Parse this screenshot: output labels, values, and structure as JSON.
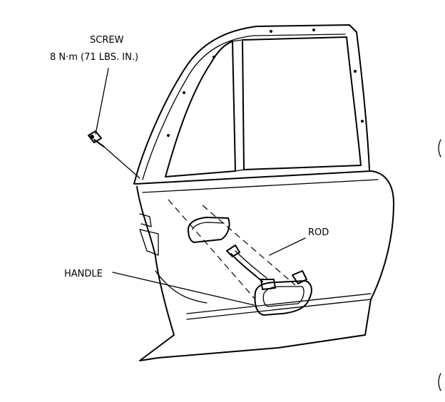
{
  "labels": {
    "screw_title": "SCREW",
    "screw_spec": "8 N·m (71 LBS. IN.)",
    "rod": "ROD",
    "handle": "HANDLE"
  }
}
